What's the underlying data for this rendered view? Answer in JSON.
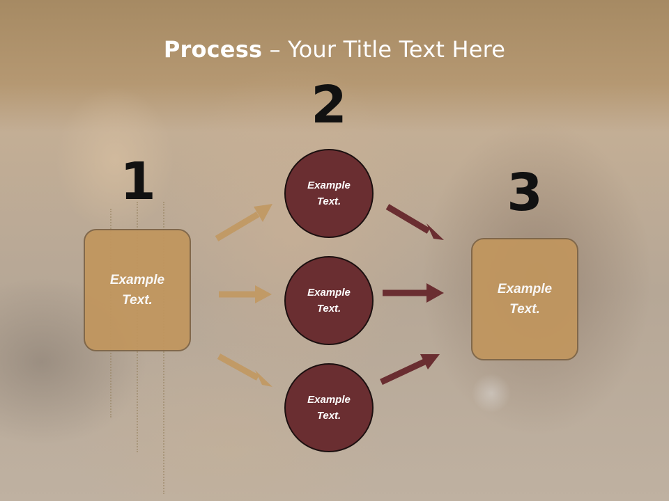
{
  "title": {
    "bold": "Process",
    "rest": " – Your Title Text Here"
  },
  "steps": [
    {
      "number": "1",
      "label": "Example Text."
    },
    {
      "number": "2",
      "nodes": [
        {
          "label": "Example Text."
        },
        {
          "label": "Example Text."
        },
        {
          "label": "Example Text."
        }
      ]
    },
    {
      "number": "3",
      "label": "Example Text."
    }
  ],
  "colors": {
    "box_fill": "#c1965e",
    "circle_fill": "#6a2e31",
    "arrow_light": "#c19a66",
    "arrow_dark": "#6a2e31",
    "number_color": "#111111"
  }
}
